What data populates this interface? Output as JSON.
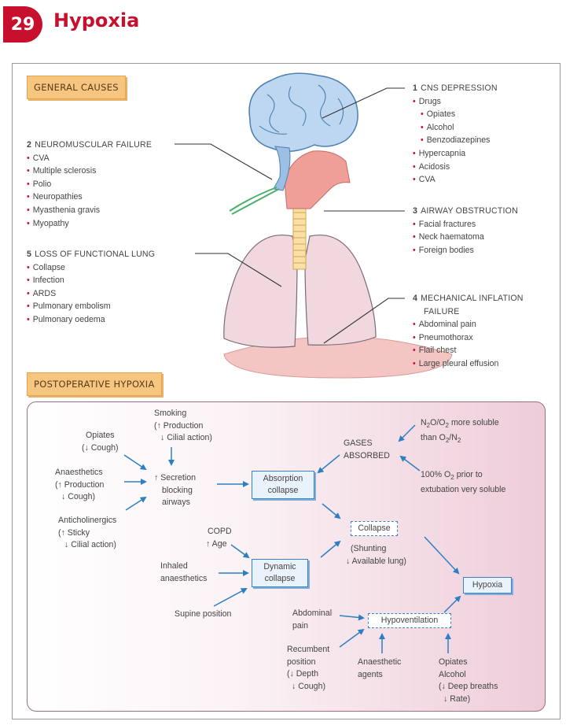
{
  "header": {
    "chapter_number": "29",
    "title": "Hypoxia"
  },
  "general": {
    "tab_label": "GENERAL CAUSES",
    "cns": {
      "num": "1",
      "title": "CNS DEPRESSION",
      "items": [
        "Drugs",
        "Opiates",
        "Alcohol",
        "Benzodiazepines",
        "Hypercapnia",
        "Acidosis",
        "CVA"
      ]
    },
    "neuromuscular": {
      "num": "2",
      "title": "NEUROMUSCULAR FAILURE",
      "items": [
        "CVA",
        "Multiple sclerosis",
        "Polio",
        "Neuropathies",
        "Myasthenia gravis",
        "Myopathy"
      ]
    },
    "airway": {
      "num": "3",
      "title": "AIRWAY OBSTRUCTION",
      "items": [
        "Facial fractures",
        "Neck haematoma",
        "Foreign bodies"
      ]
    },
    "mechanical": {
      "num": "4",
      "title_line1": "MECHANICAL INFLATION",
      "title_line2": "FAILURE",
      "items": [
        "Abdominal pain",
        "Pneumothorax",
        "Flail chest",
        "Large pleural effusion"
      ]
    },
    "lung": {
      "num": "5",
      "title": "LOSS OF FUNCTIONAL LUNG",
      "items": [
        "Collapse",
        "Infection",
        "ARDS",
        "Pulmonary embolism",
        "Pulmonary oedema"
      ]
    }
  },
  "postop": {
    "tab_label": "POSTOPERATIVE HYPOXIA",
    "opiates": [
      "Opiates",
      "(↓ Cough)"
    ],
    "anaesthetics": [
      "Anaesthetics",
      "(↑ Production",
      "↓ Cough)"
    ],
    "anticholinergics": [
      "Anticholinergics",
      "(↑ Sticky",
      "↓ Cilial action)"
    ],
    "smoking": [
      "Smoking",
      "(↑ Production",
      "↓ Cilial action)"
    ],
    "secretion": [
      "↑ Secretion",
      "blocking",
      "airways"
    ],
    "absorption_collapse": [
      "Absorption",
      "collapse"
    ],
    "gases_absorbed": [
      "GASES",
      "ABSORBED"
    ],
    "n2o_more": "more soluble",
    "n2o_than": "than",
    "o2_prior": "prior to",
    "o2_100": "100%",
    "extubation": "extubation very soluble",
    "copd": [
      "COPD",
      "↑ Age"
    ],
    "inhaled": [
      "Inhaled",
      "anaesthetics"
    ],
    "dynamic_collapse": [
      "Dynamic",
      "collapse"
    ],
    "supine": "Supine position",
    "collapse": "Collapse",
    "shunting": [
      "(Shunting",
      "↓ Available lung)"
    ],
    "hypoxia": "Hypoxia",
    "abdominal_pain": [
      "Abdominal",
      "pain"
    ],
    "hypoventilation": "Hypoventilation",
    "recumbent": [
      "Recumbent",
      "position",
      "(↓ Depth",
      "↓ Cough)"
    ],
    "anaesthetic_agents": [
      "Anaesthetic",
      "agents"
    ],
    "opiates_alcohol": [
      "Opiates",
      "Alcohol",
      "(↓ Deep breaths",
      "↓ Rate)"
    ]
  }
}
